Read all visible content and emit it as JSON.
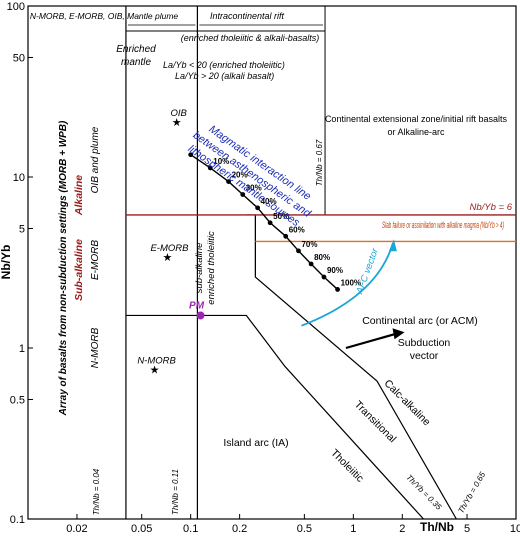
{
  "chart_data": {
    "type": "scatter",
    "xlabel": "Th/Nb",
    "ylabel": "Nb/Yb",
    "x_scale": "log",
    "y_scale": "log",
    "xlim": [
      0.01,
      10
    ],
    "ylim": [
      0.1,
      100
    ],
    "x_ticks": [
      {
        "v": 0.02,
        "label": "0.02"
      },
      {
        "v": 0.05,
        "label": "0.05"
      },
      {
        "v": 0.1,
        "label": "0.1"
      },
      {
        "v": 0.2,
        "label": "0.2"
      },
      {
        "v": 0.5,
        "label": "0.5"
      },
      {
        "v": 1,
        "label": "1"
      },
      {
        "v": 2,
        "label": "2"
      },
      {
        "v": 5,
        "label": "5"
      },
      {
        "v": 10,
        "label": "10"
      }
    ],
    "y_ticks": [
      {
        "v": 0.1,
        "label": "0.1"
      },
      {
        "v": 0.5,
        "label": "0.5"
      },
      {
        "v": 1,
        "label": "1"
      },
      {
        "v": 5,
        "label": "5"
      },
      {
        "v": 10,
        "label": "10"
      },
      {
        "v": 50,
        "label": "50"
      },
      {
        "v": 100,
        "label": "100"
      }
    ],
    "reference_points": [
      {
        "name": "OIB",
        "x": 0.082,
        "y": 21
      },
      {
        "name": "E-MORB",
        "x": 0.072,
        "y": 3.4
      },
      {
        "name": "N-MORB",
        "x": 0.06,
        "y": 0.75
      },
      {
        "name": "PM",
        "x": 0.115,
        "y": 1.55
      }
    ],
    "mixing_line": [
      {
        "x": 0.1,
        "y": 13.5
      },
      {
        "x": 0.132,
        "y": 11.3,
        "label": "10%"
      },
      {
        "x": 0.171,
        "y": 9.4,
        "label": "20%"
      },
      {
        "x": 0.209,
        "y": 7.9,
        "label": "30%"
      },
      {
        "x": 0.258,
        "y": 6.6,
        "label": "40%"
      },
      {
        "x": 0.308,
        "y": 5.4,
        "label": "50%"
      },
      {
        "x": 0.384,
        "y": 4.5,
        "label": "60%"
      },
      {
        "x": 0.46,
        "y": 3.7,
        "label": "70%"
      },
      {
        "x": 0.55,
        "y": 3.1,
        "label": "80%"
      },
      {
        "x": 0.66,
        "y": 2.6,
        "label": "90%"
      },
      {
        "x": 0.8,
        "y": 2.2,
        "label": "100%"
      }
    ],
    "ratio_lines": [
      {
        "label": "Th/Nb = 0.04",
        "x": 0.04
      },
      {
        "label": "Th/Nb = 0.11",
        "x": 0.11
      },
      {
        "label": "Th/Nb = 0.67",
        "x": 0.67
      },
      {
        "label": "Th/Yb = 0.35"
      },
      {
        "label": "Th/Yb = 0.65"
      }
    ],
    "threshold_lines": [
      {
        "label": "Nb/Yb = 6",
        "y": 6,
        "color": "#9b1c1c"
      },
      {
        "label": "Slab failure or assimilation with alkaline magma (Nb/Yb > 4)",
        "y": 4.2,
        "color": "#e07020"
      }
    ],
    "arrows": [
      {
        "label": "AFC vector",
        "color": "#1aa6d8"
      },
      {
        "label": "Subduction vector",
        "color": "#000000"
      }
    ],
    "region_labels": {
      "top_nmorb": "N-MORB, E-MORB, OIB, Mantle plume",
      "top_rift": "Intracontinental rift",
      "top_rift_sub": "(enriched tholeiitic & alkali-basalts)",
      "enriched_1": "Enriched",
      "enriched_2": "mantle",
      "lay_1": "La/Yb < 20 (enriched tholeiitic)",
      "lay_2": "La/Yb > 20 (alkali basalt)",
      "continental_1": "Continental extensional zone/initial rift basalts",
      "continental_2": "or Alkaline-arc",
      "array_label": "Array of basalts from non-subduction settings (MORB + WPB)",
      "alkaline": "Alkaline",
      "subalkaline": "Sub-alkaline",
      "oib_plume": "OIB and plume",
      "e_morb": "E-MORB",
      "n_morb": "N-MORB",
      "subalk_enriched_1": "sub-alkaline",
      "subalk_enriched_2": "enriched tholeiitic",
      "interaction_1": "Magmatic interaction line",
      "interaction_2": "between asthenospheric and",
      "interaction_3": "lithospheric mantle sources",
      "acm": "Continental arc (or ACM)",
      "subduction_1": "Subduction",
      "subduction_2": "vector",
      "island_arc": "Island arc (IA)",
      "calc_alkaline": "Calc-alkaline",
      "transitional": "Transitional",
      "tholeiitic": "Tholeiitic"
    }
  }
}
